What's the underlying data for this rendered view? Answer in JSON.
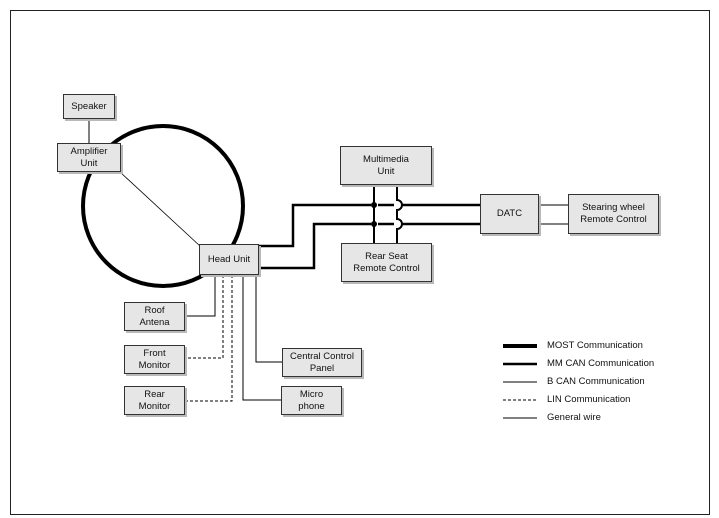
{
  "nodes": {
    "speaker": "Speaker",
    "amplifier_unit": "Amplifier\nUnit",
    "head_unit": "Head Unit",
    "multimedia_unit": "Multimedia\nUnit",
    "rear_seat_remote": "Rear Seat\nRemote Control",
    "datc": "DATC",
    "steering_wheel_remote": "Stearing wheel\nRemote Control",
    "roof_antenna": "Roof\nAntena",
    "front_monitor": "Front\nMonitor",
    "rear_monitor": "Rear\nMonitor",
    "central_control_panel": "Central Control\nPanel",
    "microphone": "Micro\nphone"
  },
  "legend": [
    {
      "label": "MOST Communication",
      "style": "most"
    },
    {
      "label": "MM CAN Communication",
      "style": "mmcan"
    },
    {
      "label": "B CAN Communication",
      "style": "bcan"
    },
    {
      "label": "LIN Communication",
      "style": "lin"
    },
    {
      "label": "General wire",
      "style": "general"
    }
  ],
  "colors": {
    "box_fill": "#e6e6e6",
    "box_border": "#333333",
    "line": "#000000"
  }
}
